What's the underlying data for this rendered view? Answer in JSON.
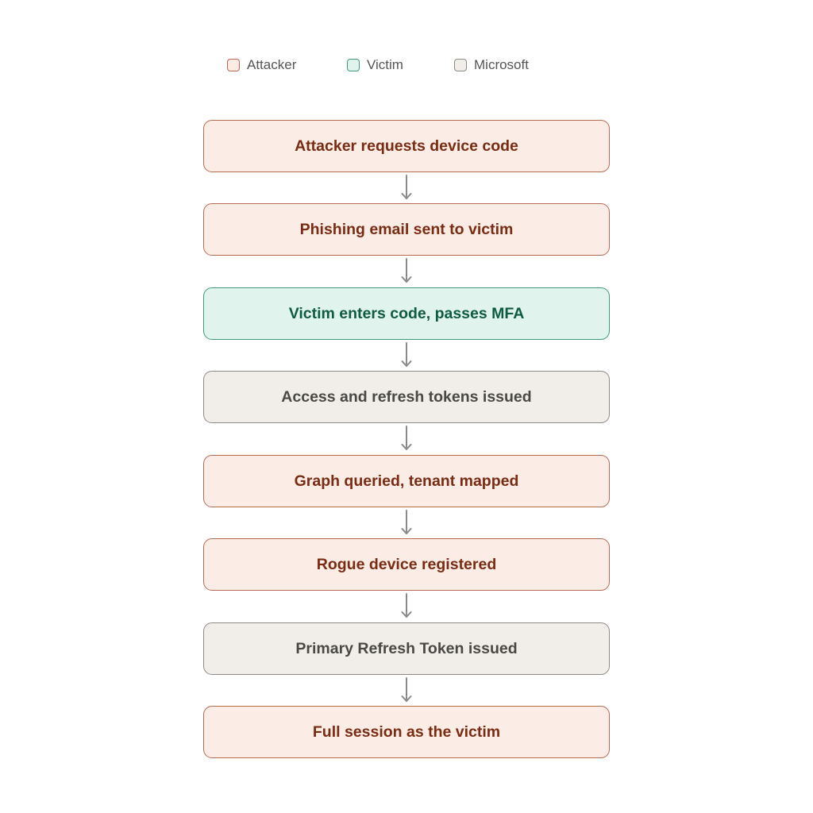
{
  "colors": {
    "attacker": {
      "fill": "#fbece6",
      "stroke": "#b86a52",
      "text": "#7a2c12"
    },
    "victim": {
      "fill": "#e0f3ec",
      "stroke": "#3f9a77",
      "text": "#0f5a43"
    },
    "microsoft": {
      "fill": "#f1eee9",
      "stroke": "#8d8a86",
      "text": "#4a4844"
    },
    "arrow": "#8a8a8a"
  },
  "legend": {
    "attacker": "Attacker",
    "victim": "Victim",
    "microsoft": "Microsoft"
  },
  "steps": [
    {
      "label": "Attacker requests device code",
      "actor": "attacker"
    },
    {
      "label": "Phishing email sent to victim",
      "actor": "attacker"
    },
    {
      "label": "Victim enters code, passes MFA",
      "actor": "victim"
    },
    {
      "label": "Access and refresh tokens issued",
      "actor": "microsoft"
    },
    {
      "label": "Graph queried, tenant mapped",
      "actor": "attacker"
    },
    {
      "label": "Rogue device registered",
      "actor": "attacker"
    },
    {
      "label": "Primary Refresh Token issued",
      "actor": "microsoft"
    },
    {
      "label": "Full session as the victim",
      "actor": "attacker"
    }
  ]
}
